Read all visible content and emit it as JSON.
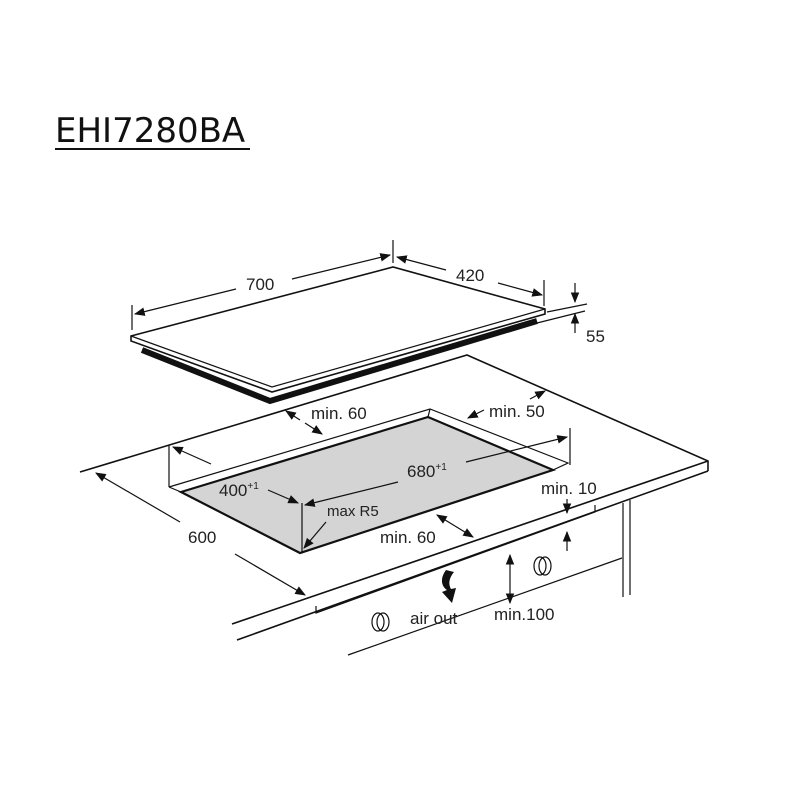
{
  "title": "EHI7280BA",
  "colors": {
    "line": "#111111",
    "cutout_fill": "#d4d4d4",
    "background": "#ffffff"
  },
  "dimensions": {
    "hob_width": "700",
    "hob_depth": "420",
    "hob_height": "55",
    "cutout_width": "680",
    "cutout_width_tol": "+1",
    "cutout_depth": "400",
    "cutout_depth_tol": "+1",
    "corner_radius": "max R5",
    "min_back": "min. 60",
    "min_side": "min. 50",
    "min_front": "min. 60",
    "worktop_depth": "600",
    "min_gap": "min. 10",
    "min_below": "min.100",
    "air_out": "air out"
  }
}
